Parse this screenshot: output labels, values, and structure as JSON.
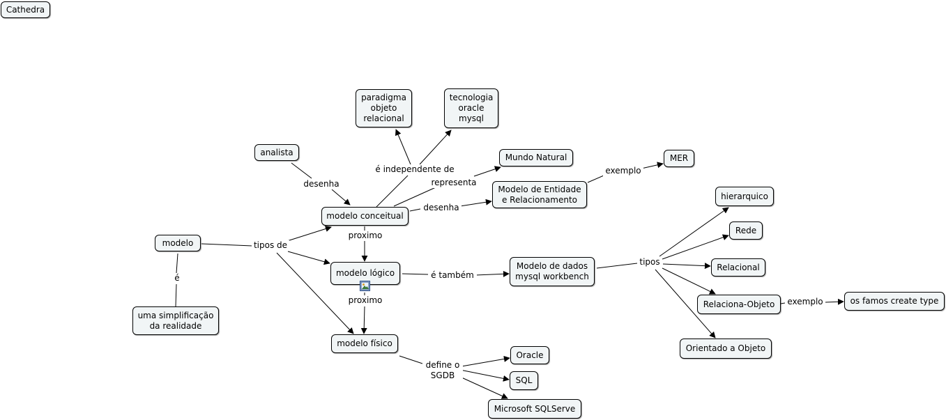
{
  "title": "Cathedra",
  "nodes": {
    "modelo": "modelo",
    "simplificacao": "uma simplificação\nda realidade",
    "analista": "analista",
    "paradigma": "paradigma\nobjeto\nrelacional",
    "tecnologia": "tecnologia\noracle\nmysql",
    "mundo_natural": "Mundo Natural",
    "mer_modelo": "Modelo de Entidade\ne Relacionamento",
    "mer": "MER",
    "conceitual": "modelo conceitual",
    "logico": "modelo lógico",
    "fisico": "modelo físico",
    "workbench": "Modelo de dados\nmysql workbench",
    "hierarquico": "hierarquico",
    "rede": "Rede",
    "relacional": "Relacional",
    "relaciona_objeto": "Relaciona-Objeto",
    "create_type": "os famos create type",
    "orientado": "Orientado a Objeto",
    "oracle": "Oracle",
    "sql": "SQL",
    "sqlserver": "Microsoft SQLServe"
  },
  "links": {
    "e": "é",
    "tipos_de": "tipos de",
    "desenha1": "desenha",
    "independente": "é independente de",
    "representa": "representa",
    "desenha2": "desenha",
    "exemplo1": "exemplo",
    "proximo1": "proximo",
    "proximo2": "proximo",
    "tambem": "é também",
    "tipos": "tipos",
    "exemplo2": "exemplo",
    "define": "define o\nSGDB"
  },
  "icons": [
    "image-icon"
  ]
}
